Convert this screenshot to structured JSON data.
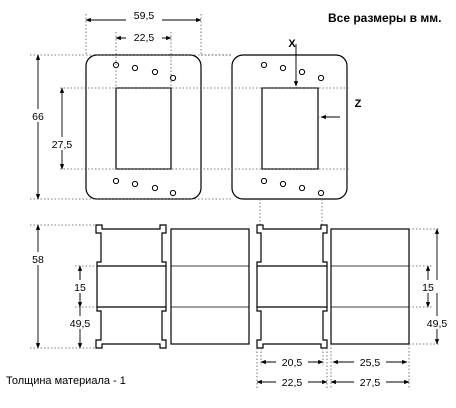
{
  "header": {
    "units_note": "Все размеры в мм."
  },
  "footer": {
    "thickness_note": "Толщина материала - 1"
  },
  "axes": {
    "x": "X",
    "z": "Z"
  },
  "dimensions": {
    "outer_width": "59,5",
    "window_width": "22,5",
    "outer_height": "66",
    "window_height": "27,5",
    "side_height": "58",
    "side_left_inner": "15",
    "side_left_lower": "49,5",
    "side_right_inner": "15",
    "side_right_lower": "49,5",
    "bottom_a_inner": "20,5",
    "bottom_a_outer": "22,5",
    "bottom_b_inner": "25,5",
    "bottom_b_outer": "27,5"
  },
  "colors": {
    "line": "#000000",
    "hidden": "#666666",
    "background": "#ffffff"
  }
}
